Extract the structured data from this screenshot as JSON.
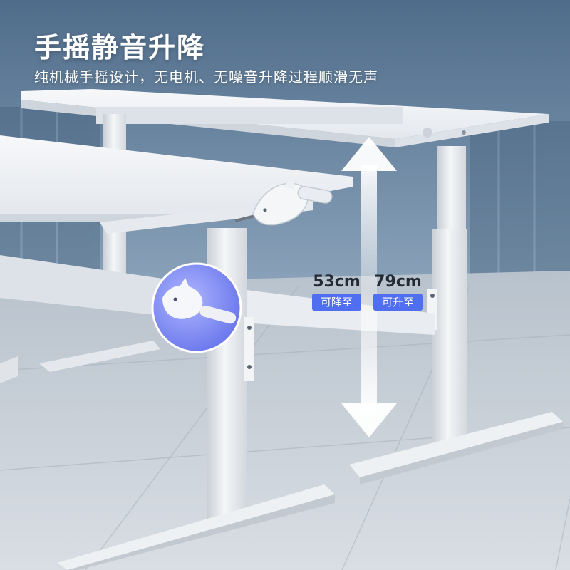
{
  "headline": "手摇静音升降",
  "subline": "纯机械手摇设计，无电机、无噪音升降过程顺滑无声",
  "specs": [
    {
      "value": "53cm",
      "tag": "可降至"
    },
    {
      "value": "79cm",
      "tag": "可升至"
    }
  ],
  "colors": {
    "accent_blue": "#4f6ff0",
    "badge_circle": "#7a86f0",
    "desk_white": "#f1f3f6",
    "frame_grey": "#e3e7ec",
    "floor": "#c5ccd4",
    "wall": "#6d8aa6"
  },
  "icons": [
    "double-arrow-icon",
    "dolphin-crank-handle-icon"
  ]
}
